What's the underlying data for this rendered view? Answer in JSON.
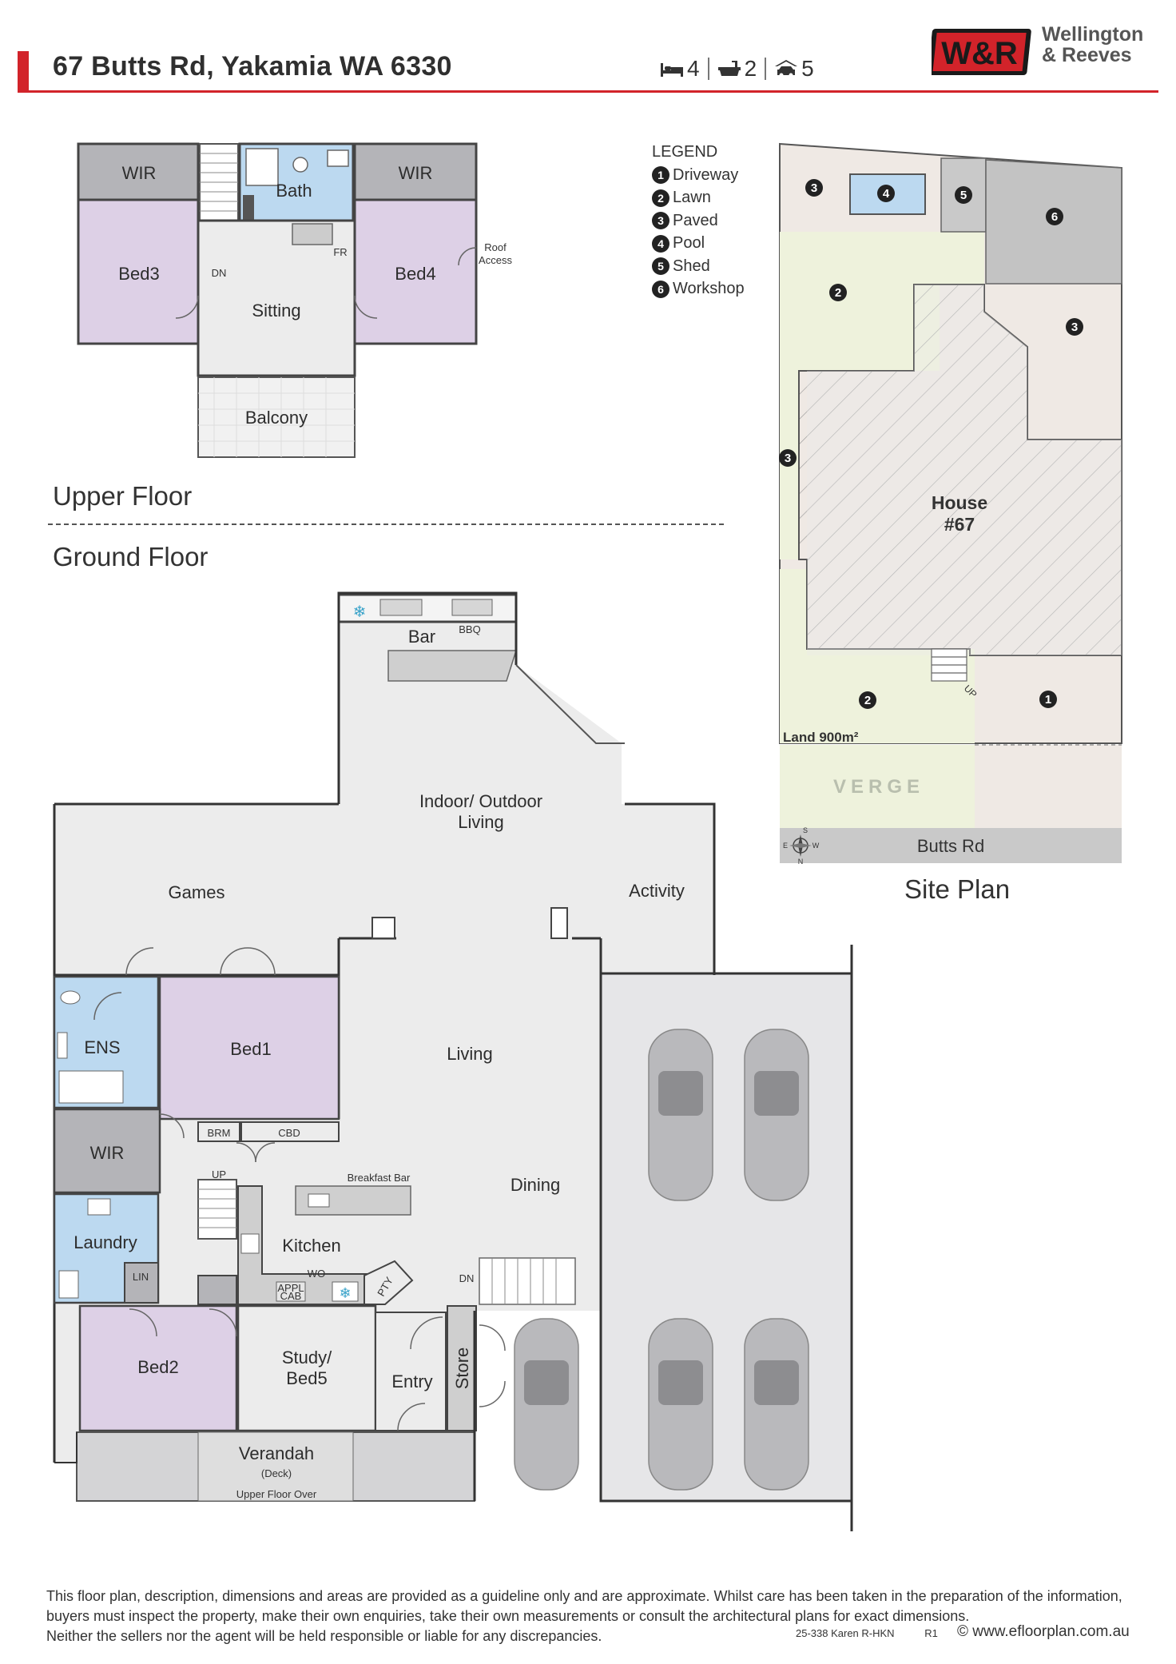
{
  "header": {
    "address": "67 Butts Rd, Yakamia WA 6330",
    "beds": "4",
    "baths": "2",
    "cars": "5",
    "logo_mark": "W&R",
    "logo_line1": "Wellington",
    "logo_line2": "& Reeves"
  },
  "upper_floor": {
    "title": "Upper Floor",
    "rooms": {
      "wir_left": "WIR",
      "wir_right": "WIR",
      "bath": "Bath",
      "bed3": "Bed3",
      "bed4": "Bed4",
      "sitting": "Sitting",
      "balcony": "Balcony",
      "fr": "FR",
      "dn": "DN",
      "roof_access_1": "Roof",
      "roof_access_2": "Access"
    }
  },
  "ground_floor": {
    "title": "Ground Floor",
    "rooms": {
      "bar": "Bar",
      "bbq": "BBQ",
      "indoor_outdoor_1": "Indoor/ Outdoor",
      "indoor_outdoor_2": "Living",
      "games": "Games",
      "activity": "Activity",
      "ens": "ENS",
      "bed1": "Bed1",
      "living": "Living",
      "wir": "WIR",
      "brm": "BRM",
      "cbd": "CBD",
      "up": "UP",
      "breakfast_bar": "Breakfast Bar",
      "dining": "Dining",
      "laundry": "Laundry",
      "kitchen": "Kitchen",
      "wo": "WO",
      "appl_cab_1": "APPL",
      "appl_cab_2": "CAB",
      "pty": "PTY",
      "lin": "LIN",
      "dn": "DN",
      "bed2": "Bed2",
      "study_1": "Study/",
      "study_2": "Bed5",
      "entry": "Entry",
      "store": "Store",
      "verandah": "Verandah",
      "deck": "(Deck)",
      "upper_floor_over": "Upper Floor Over"
    }
  },
  "legend": {
    "title": "LEGEND",
    "items": [
      {
        "num": "1",
        "label": "Driveway"
      },
      {
        "num": "2",
        "label": "Lawn"
      },
      {
        "num": "3",
        "label": "Paved"
      },
      {
        "num": "4",
        "label": "Pool"
      },
      {
        "num": "5",
        "label": "Shed"
      },
      {
        "num": "6",
        "label": "Workshop"
      }
    ]
  },
  "site_plan": {
    "title": "Site Plan",
    "house_1": "House",
    "house_2": "#67",
    "land": "Land 900m²",
    "verge": "VERGE",
    "street": "Butts Rd",
    "compass_n": "N",
    "compass_s": "S",
    "compass_e": "E",
    "compass_w": "W",
    "up_label": "UP"
  },
  "footer": {
    "disclaimer_1": "This floor plan, description, dimensions and areas are provided as a guideline only and are approximate. Whilst care has been taken in the preparation of the information,",
    "disclaimer_2": "buyers must inspect the property, make their own enquiries, take their own measurements or consult the architectural plans for exact dimensions.",
    "disclaimer_3": "Neither the sellers nor the agent will be held responsible or liable for any discrepancies.",
    "ref": "25-338 Karen R-HKN",
    "rev": "R1",
    "copyright": "© www.efloorplan.com.au"
  },
  "colors": {
    "brand_red": "#d2232a",
    "bedroom": "#ddd0e6",
    "wet_area": "#bcd9f0",
    "floor": "#ececec",
    "robe": "#b4b4b8",
    "lawn": "#eef2dc",
    "paved": "#efe9e4"
  }
}
